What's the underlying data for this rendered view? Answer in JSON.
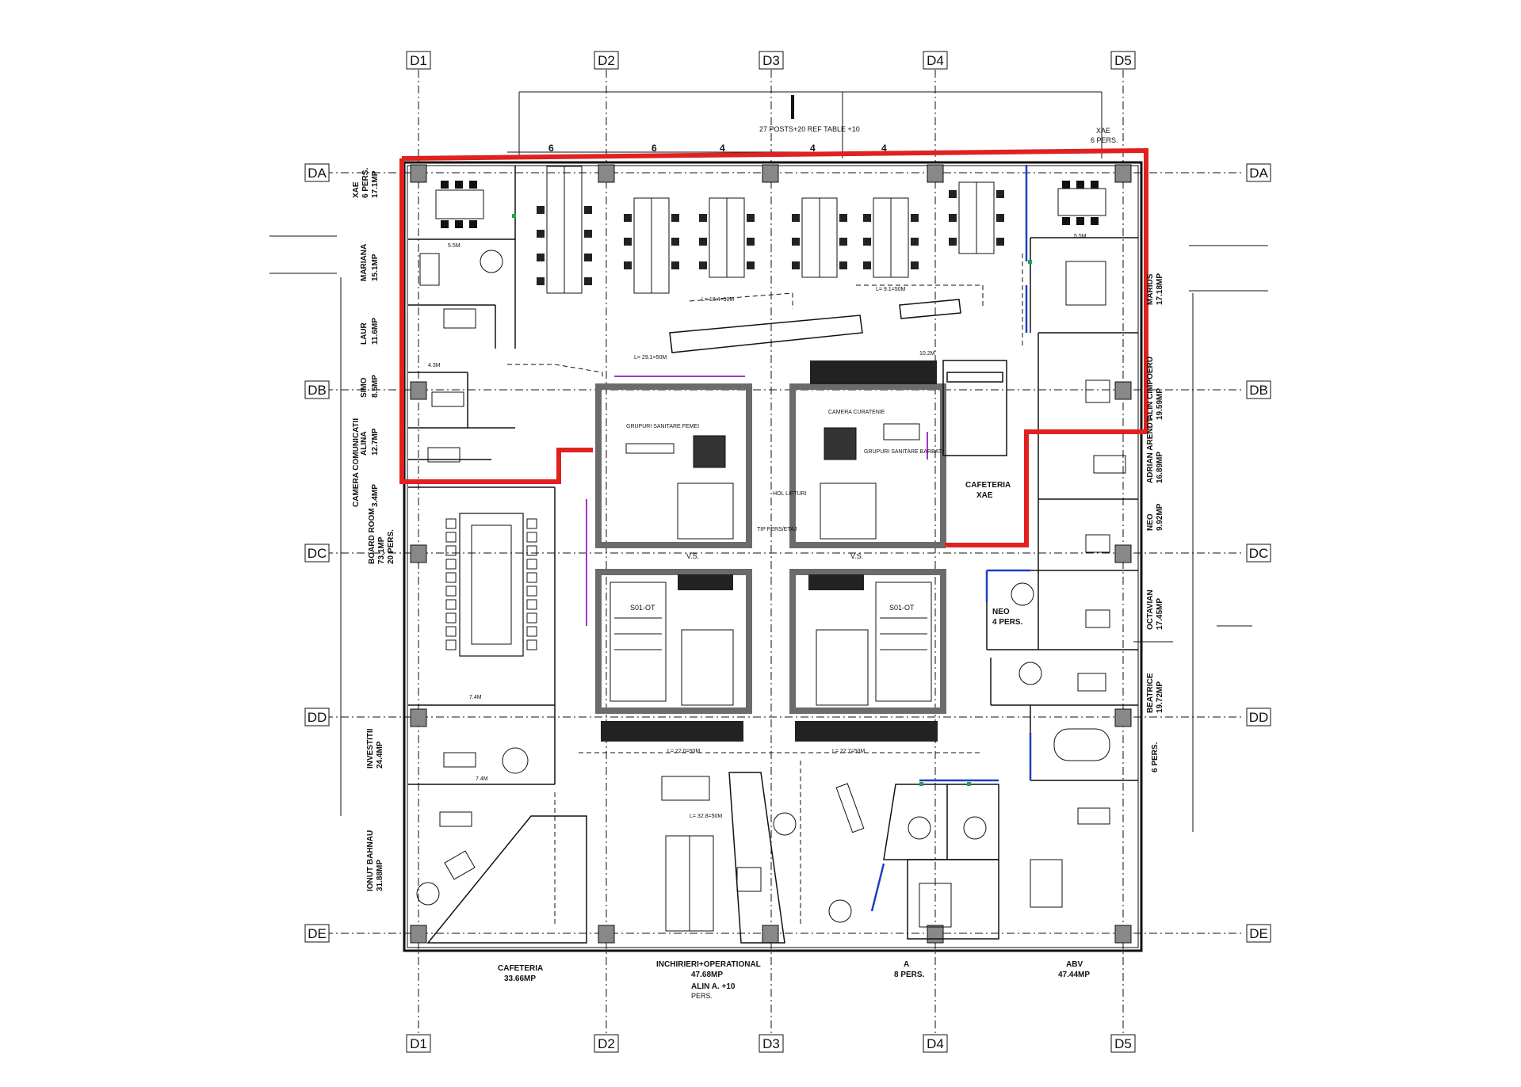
{
  "grid": {
    "columns": [
      "D1",
      "D2",
      "D3",
      "D4",
      "D5"
    ],
    "rows": [
      "DA",
      "DB",
      "DC",
      "DD",
      "DE"
    ]
  },
  "header_notes": {
    "posts": "27 POSTS+20 REF TABLE +10",
    "xae_top": "XAE",
    "xae_top_pers": "6 PERS.",
    "counts": [
      "6",
      "6",
      "4",
      "4",
      "4"
    ]
  },
  "rooms": {
    "xae_left": "XAE",
    "xae_left_pers": "6 PERS.",
    "xae_left_area": "17.1MP",
    "mariana": "MARIANA",
    "mariana_area": "15.1MP",
    "laur": "LAUR",
    "laur_area": "11.6MP",
    "simo": "SIMO",
    "simo_area": "8.5MP",
    "alina": "ALINA",
    "alina_area": "12.7MP",
    "camera_comunicatii": "CAMERA COMUNICATII",
    "camera_comunicatii_area": "3.4MP",
    "board_room": "BOARD ROOM",
    "board_room_area": "73.1MP",
    "board_room_pers": "20 PERS.",
    "investitii": "INVESTITII",
    "investitii_area": "24.4MP",
    "ionut_bahnaru": "IONUT BAHNAU",
    "ionut_bahnaru_area": "31.88MP",
    "cafeteria_bottom": "CAFETERIA",
    "cafeteria_bottom_area": "33.66MP",
    "inchirieri": "INCHIRIERI+OPERATIONAL",
    "inchirieri_area": "47.68MP",
    "inchirieri_alin": "ALIN A. +10",
    "inchirieri_pers": "PERS.",
    "room_a": "A",
    "room_a_pers": "8 PERS.",
    "abv": "ABV",
    "abv_area": "47.44MP",
    "marius": "MARIUS",
    "marius_area": "17.18MP",
    "alin_cimpoeru": "ALIN CIMPOERU",
    "alin_cimpoeru_area": "19.59MP",
    "adrian_arendt": "ADRIAN ARENDT",
    "adrian_arendt_area": "16.89MP",
    "neo_right": "NEO",
    "neo_right_area": "9.92MP",
    "neo_meeting": "NEO",
    "neo_meeting_pers": "4 PERS.",
    "octavian": "OCTAVIAN",
    "octavian_area": "17.45MP",
    "beatrice": "BEATRICE",
    "beatrice_area": "19.72MP",
    "meeting_6pers": "6 PERS.",
    "cafeteria_xae": "CAFETERIA",
    "cafeteria_xae_sub": "XAE",
    "grupuri_femei": "GRUPURI SANITARE FEMEI",
    "grupuri_barbati": "GRUPURI SANITARE BARBATI",
    "camera_curatenie": "CAMERA CURATENIE",
    "hol_lifturi": "HOL LIFTURI",
    "tip_pers": "TIP PERS/ETAJ",
    "scara_left": "S01-OT",
    "scara_right": "S01-OT",
    "vs_left": "V.S.",
    "vs_right": "V.S."
  },
  "dimensions": {
    "d_55_left": "5.5M",
    "d_55_right": "5.5M",
    "d_74_top": "7.4M",
    "d_74_mid": "7.4M",
    "d_43": "4.3M",
    "d_102": "10.2M",
    "d_l29": "L= 29.1=50M",
    "d_l91": "L= 9.1=50M",
    "d_l184": "L= 18.4=50M",
    "d_l220": "L= 22.0=50M",
    "d_l227": "L= 22.7=50M",
    "d_l328": "L= 32.8=50M"
  },
  "colors": {
    "highlight": "#e0211f",
    "ink": "#111111",
    "wall": "#6b6b6b",
    "accent_blue": "#1f3fbf",
    "accent_green": "#1aa84a",
    "accent_purple": "#a533c9"
  }
}
